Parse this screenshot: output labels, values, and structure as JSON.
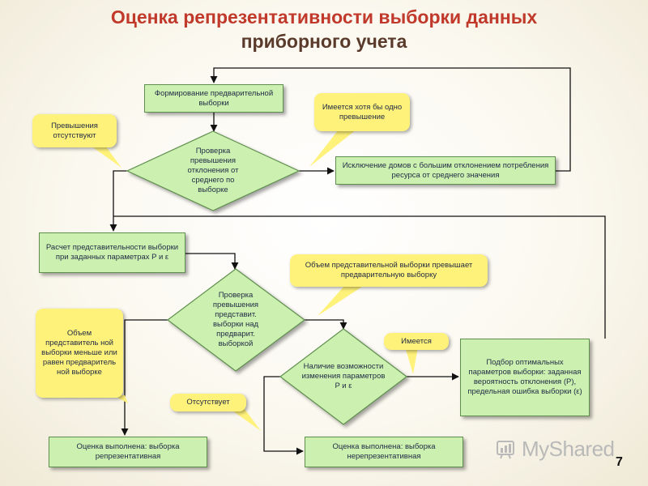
{
  "title": {
    "line1": "Оценка репрезентативности выборки данных",
    "line2": "приборного учета"
  },
  "boxes": {
    "formation": "Формирование предварительной выборки",
    "exclusion": "Исключение домов с большим отклонением потребления ресурса от среднего значения",
    "calc": "Расчет представительности выборки при заданных параметрах P и ε",
    "selection": "Подбор оптимальных параметров выборки: заданная вероятность отклонения (P), предельная ошибка выборки (ε)",
    "result_rep": "Оценка выполнена: выборка репрезентативная",
    "result_nonrep": "Оценка выполнена: выборка нерепрезентативная"
  },
  "decisions": {
    "check_deviation": "Проверка превышения отклонения от среднего по выборке",
    "check_excess": "Проверка превышения представит. выборки над предварит. выборкой",
    "check_possibility": "Наличие возможности изменения параметров P и ε"
  },
  "callouts": {
    "no_excess": "Превышения отсутствуют",
    "has_excess": "Имеется хотя бы одно превышение",
    "rep_exceeds": "Объем представительной выборки превышает предварительную выборку",
    "rep_less": "Объем представитель ной выборки меньше или равен предваритель ной выборке",
    "exists": "Имеется",
    "absent": "Отсутствует"
  },
  "logo_text": "MyShared",
  "page_number": "7",
  "colors": {
    "title": "#c0392b",
    "box_fill": "#ccf0b0",
    "callout_fill": "#fff27a",
    "line": "#111111"
  }
}
